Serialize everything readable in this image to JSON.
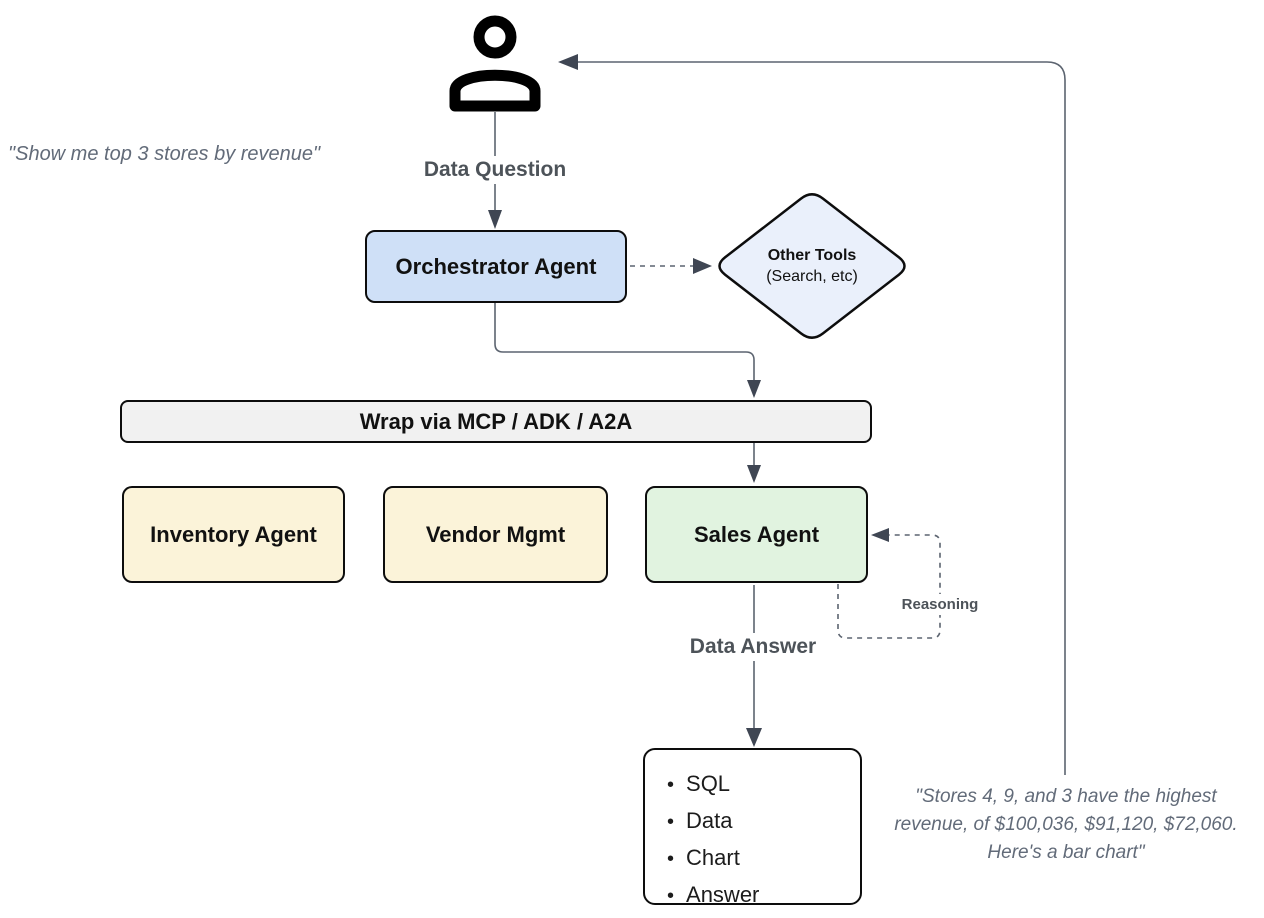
{
  "colors": {
    "orchestrator_fill": "#cfe0f7",
    "tools_diamond_fill": "#eaf0fb",
    "worker_fill": "#fbf3d9",
    "sales_fill": "#e1f3e0",
    "wrap_bar_fill": "#f1f1f1",
    "border": "#0d0d0d",
    "connector": "#5c6470",
    "arrowhead": "#3f4653",
    "label_text": "#4d5359",
    "quote_text": "#626b79"
  },
  "icons": {
    "person": "user-icon"
  },
  "quotes": {
    "user_question": "\"Show me top 3 stores by revenue\"",
    "agent_answer_lines": [
      "\"Stores 4, 9, and 3 have the highest",
      "revenue, of $100,036, $91,120, $72,060.",
      "Here's a bar chart\""
    ]
  },
  "labels": {
    "data_question": "Data Question",
    "data_answer": "Data Answer",
    "reasoning": "Reasoning"
  },
  "nodes": {
    "orchestrator": "Orchestrator Agent",
    "other_tools": {
      "title": "Other Tools",
      "subtitle": "(Search, etc)"
    },
    "wrap_bar": "Wrap via MCP / ADK / A2A",
    "inventory": "Inventory Agent",
    "vendor": "Vendor Mgmt",
    "sales": "Sales Agent",
    "output_box": {
      "items": [
        "SQL",
        "Data",
        "Chart",
        "Answer"
      ]
    }
  }
}
